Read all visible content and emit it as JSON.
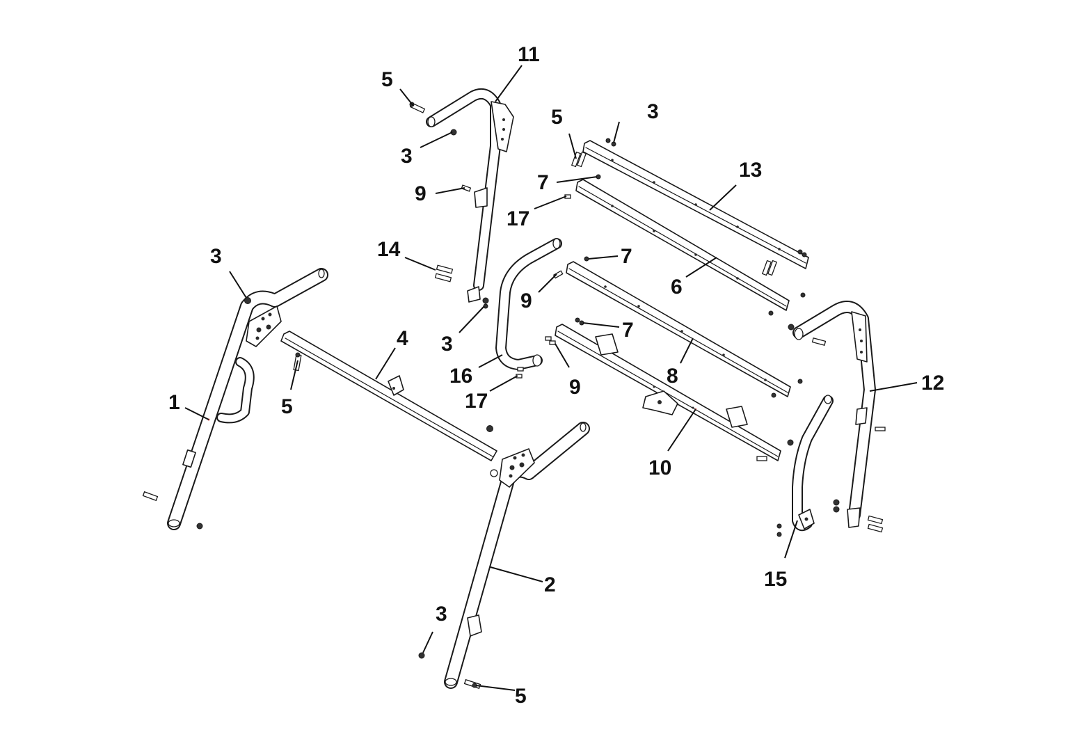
{
  "callouts": {
    "c1": "1",
    "c2": "2",
    "c3a": "3",
    "c3b": "3",
    "c3c": "3",
    "c3d": "3",
    "c3e": "3",
    "c4": "4",
    "c5a": "5",
    "c5b": "5",
    "c5c": "5",
    "c5d": "5",
    "c6": "6",
    "c7a": "7",
    "c7b": "7",
    "c7c": "7",
    "c8": "8",
    "c9a": "9",
    "c9b": "9",
    "c9c": "9",
    "c10": "10",
    "c11": "11",
    "c12": "12",
    "c13": "13",
    "c14": "14",
    "c15": "15",
    "c16": "16",
    "c17a": "17",
    "c17b": "17"
  },
  "colors": {
    "line": "#1a1a1a",
    "background": "#ffffff",
    "accent_mark": "#d9534f"
  }
}
